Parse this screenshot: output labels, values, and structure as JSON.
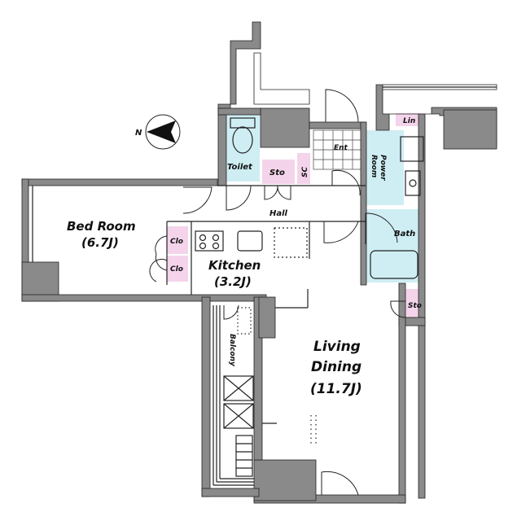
{
  "colors": {
    "wall": "#8a8a8a",
    "wall_dark": "#6b6b6b",
    "wet_area": "#cfeef4",
    "storage": "#f4d4ea",
    "line": "#222222"
  },
  "north_label": "N",
  "rooms": {
    "bedroom_name": "Bed Room",
    "bedroom_size": "(6.7J)",
    "kitchen_name": "Kitchen",
    "kitchen_size": "(3.2J)",
    "living_line1": "Living",
    "living_line2": "Dining",
    "living_size": "(11.7J)",
    "hall": "Hall",
    "toilet": "Toilet",
    "sto_upper": "Sto",
    "sc": "SC",
    "ent": "Ent",
    "power_room_line1": "Power",
    "power_room_line2": "Room",
    "lin": "Lin",
    "bath": "Bath",
    "sto_right": "Sto",
    "clo_upper": "Clo",
    "clo_lower": "Clo",
    "balcony": "Balcony"
  }
}
